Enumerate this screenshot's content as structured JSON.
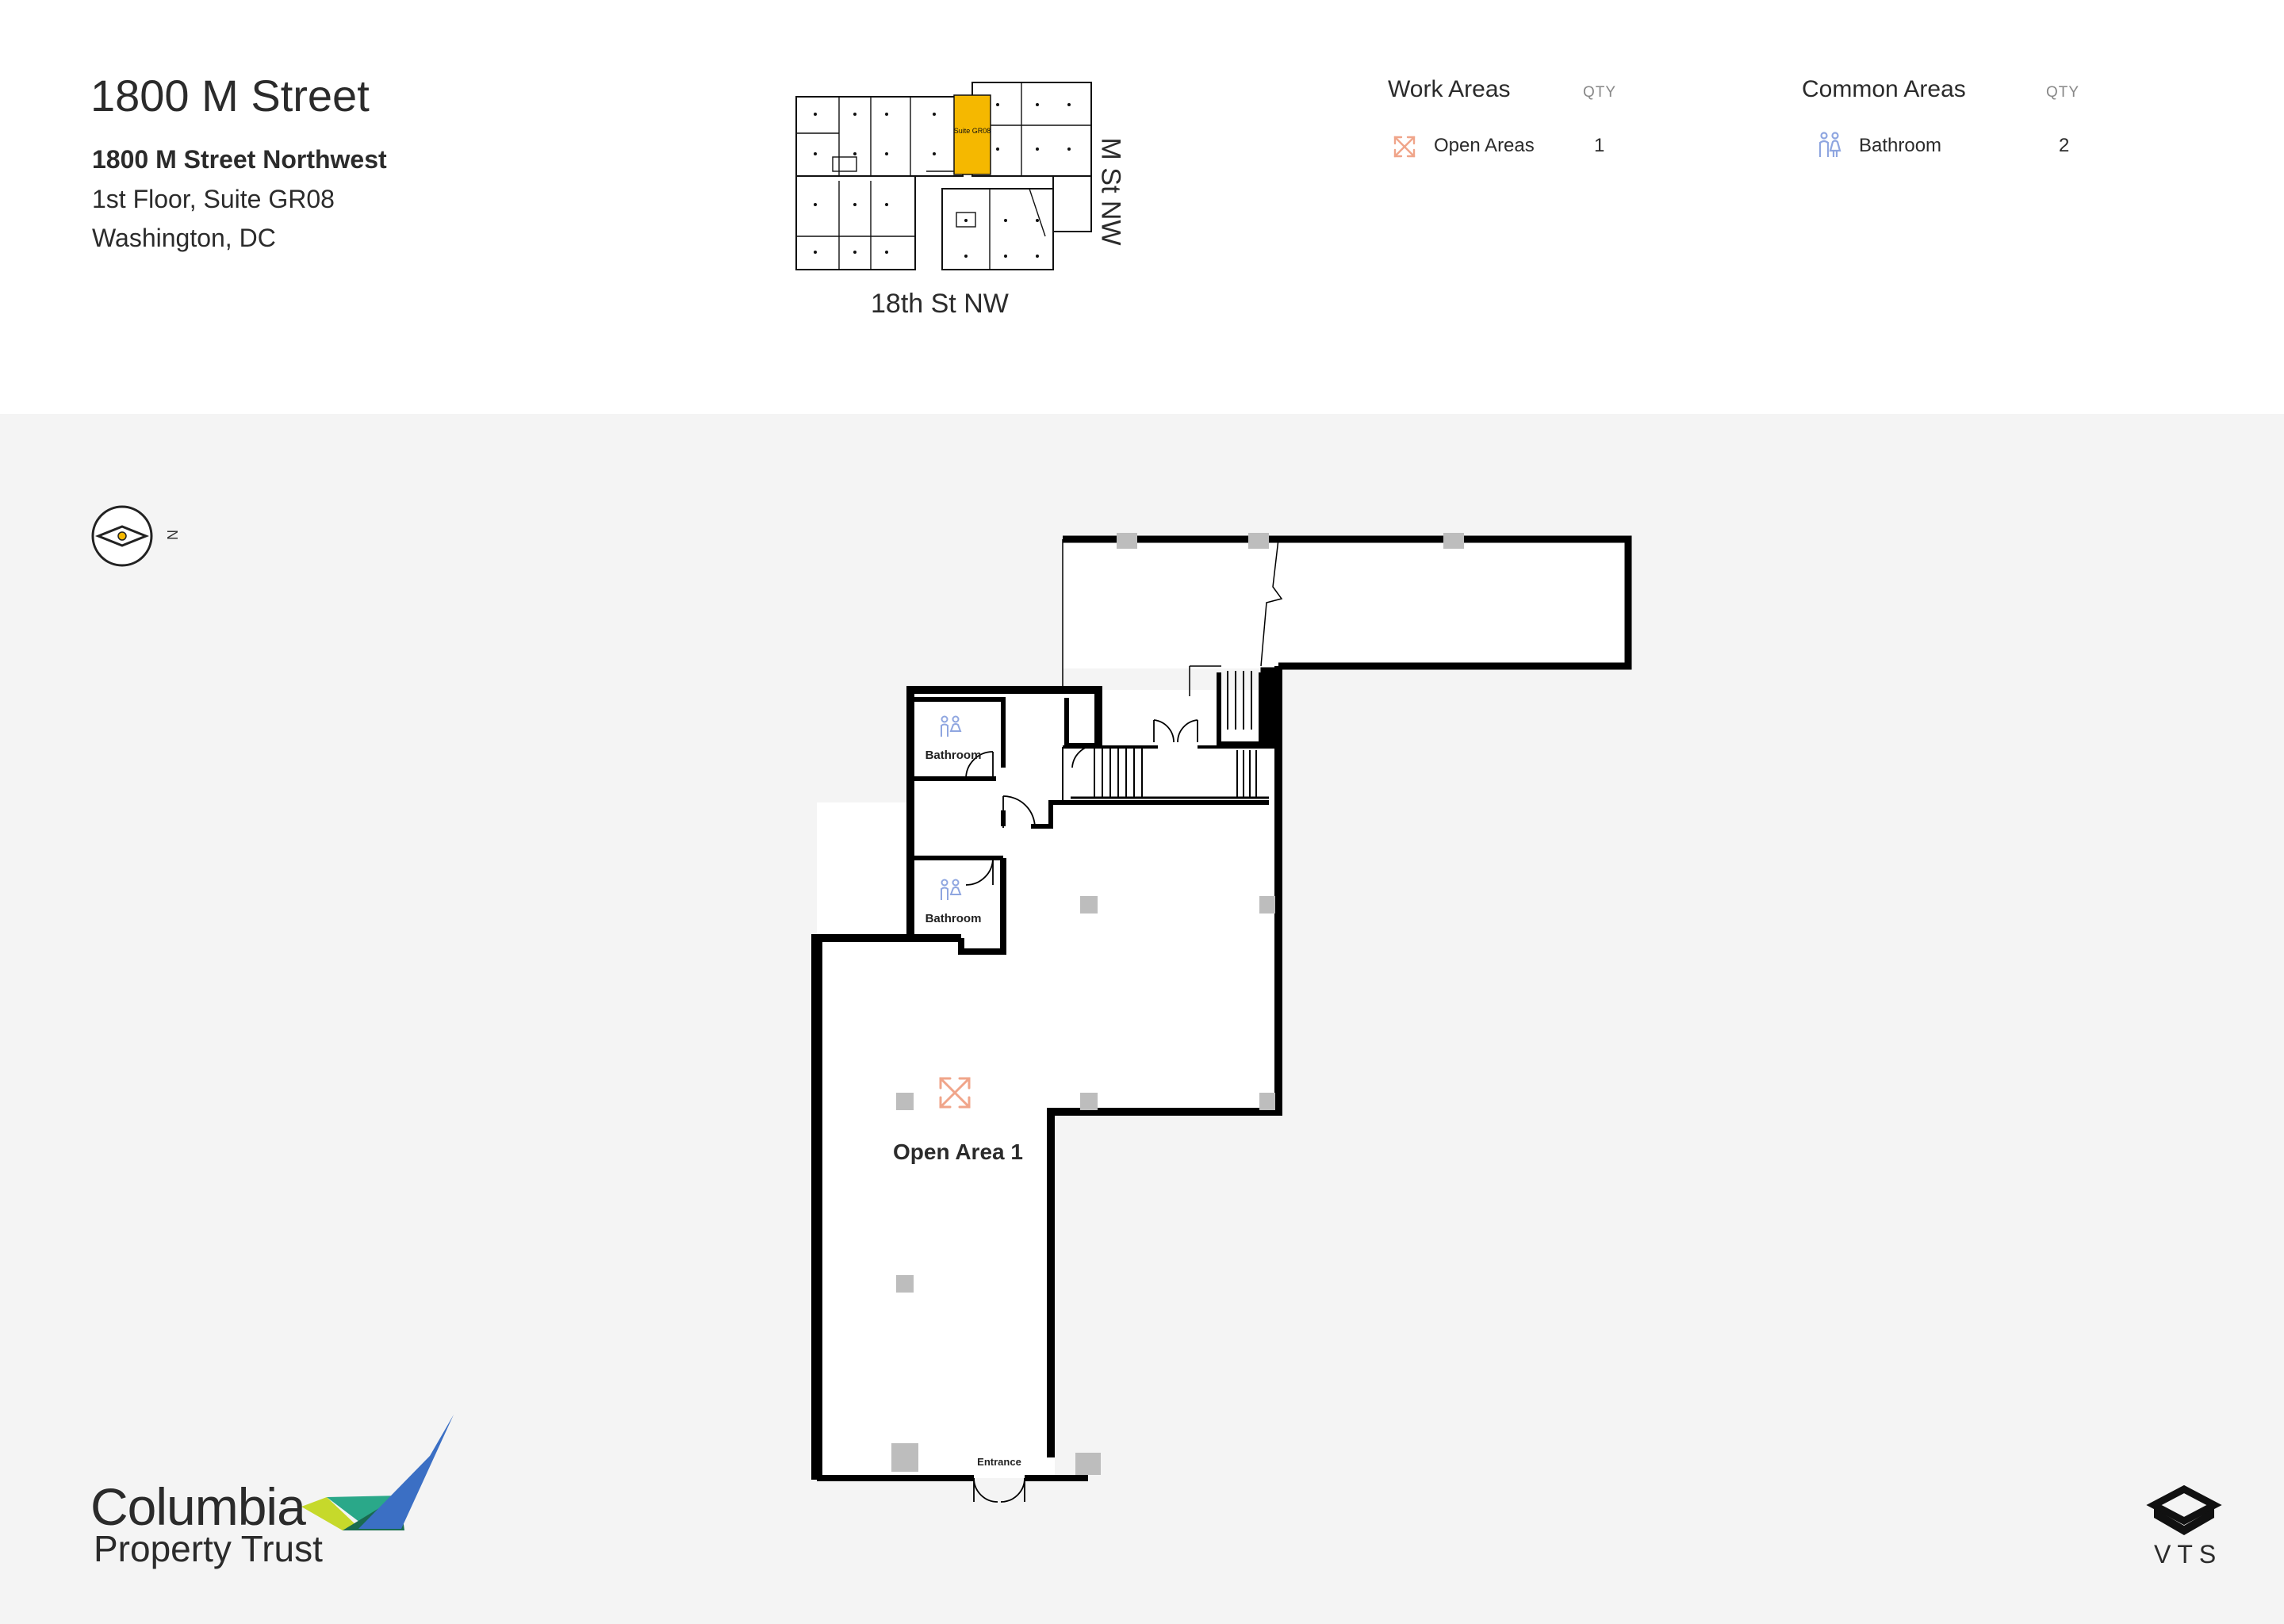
{
  "building": {
    "name": "1800 M Street",
    "address_line1": "1800 M Street Northwest",
    "address_line2": "1st Floor, Suite GR08",
    "address_line3": "Washington, DC"
  },
  "keyplan": {
    "suite_label": "Suite GR08",
    "street_bottom": "18th St NW",
    "street_side": "M St NW",
    "highlight_color": "#f5b800"
  },
  "legend": {
    "work_areas": {
      "heading": "Work Areas",
      "qty_heading": "QTY",
      "items": [
        {
          "icon": "expand-arrows-icon",
          "label": "Open Areas",
          "qty": "1",
          "color": "#f0a58a"
        }
      ]
    },
    "common_areas": {
      "heading": "Common Areas",
      "qty_heading": "QTY",
      "items": [
        {
          "icon": "restroom-icon",
          "label": "Bathroom",
          "qty": "2",
          "color": "#8fa6e0"
        }
      ]
    }
  },
  "compass": {
    "north_label": "N"
  },
  "floorplan": {
    "rooms": {
      "bathroom_top": "Bathroom",
      "bathroom_bottom": "Bathroom",
      "open_area": "Open Area 1",
      "entrance": "Entrance"
    },
    "colors": {
      "wall": "#000000",
      "column": "#bdbdbd",
      "room_fill": "#ffffff"
    }
  },
  "branding": {
    "landlord_line1": "Columbia",
    "landlord_line2": "Property Trust",
    "platform": "VTS"
  }
}
